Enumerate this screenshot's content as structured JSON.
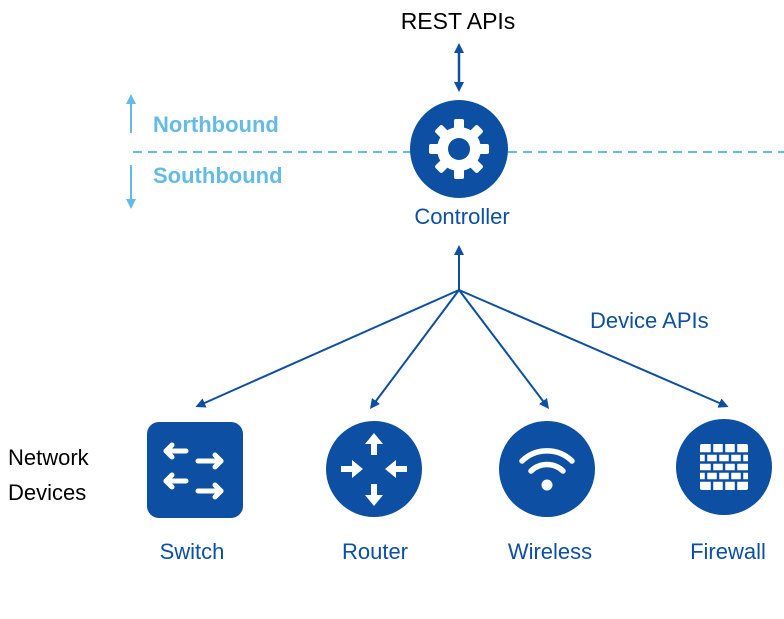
{
  "top_label": "REST APIs",
  "northbound_label": "Northbound",
  "southbound_label": "Southbound",
  "controller": {
    "label": "Controller",
    "icon": "gear-icon"
  },
  "device_apis_label": "Device APIs",
  "network_devices_label": [
    "Network",
    "Devices"
  ],
  "devices": [
    {
      "label": "Switch",
      "icon": "switch-icon"
    },
    {
      "label": "Router",
      "icon": "router-icon"
    },
    {
      "label": "Wireless",
      "icon": "wifi-icon"
    },
    {
      "label": "Firewall",
      "icon": "firewall-icon"
    }
  ],
  "colors": {
    "primary_blue": "#0d4fa3",
    "light_blue": "#64bbe3",
    "text_black": "#000000"
  }
}
